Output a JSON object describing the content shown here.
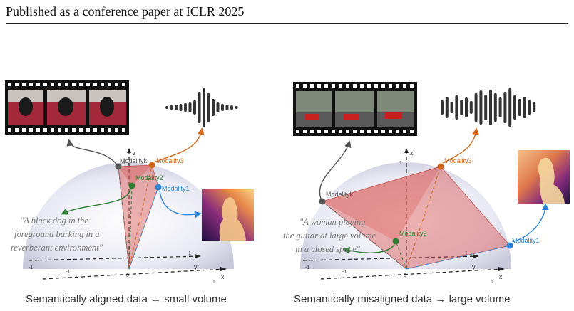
{
  "header": {
    "running_title": "Published as a conference paper at ICLR 2025"
  },
  "left_panel": {
    "caption": "Semantically aligned data → small volume",
    "quote_lines": [
      "\"A black dog in the",
      "foreground barking in a",
      "reverberant environment\""
    ],
    "points": {
      "modality_k": "Modalityk",
      "modality_1": "Modality1",
      "modality_2": "Modality2",
      "modality_3": "Modality3"
    },
    "axes": {
      "x": "x",
      "y": "y",
      "z": "z",
      "origin": "0",
      "tick_pos": "1",
      "tick_neg": "-1"
    }
  },
  "right_panel": {
    "caption": "Semantically misaligned data → large volume",
    "quote_lines": [
      "\"A woman playing",
      "the guitar at large volume",
      "in a closed space\""
    ],
    "points": {
      "modality_k": "Modalityk",
      "modality_1": "Modality1",
      "modality_2": "Modality2",
      "modality_3": "Modality3"
    },
    "axes": {
      "x": "x",
      "y": "y",
      "z": "z",
      "origin": "0",
      "tick_pos": "1",
      "tick_neg": "-1"
    }
  },
  "colors": {
    "modality_k": "#555555",
    "modality_1": "#2f86d6",
    "modality_2": "#2e7d32",
    "modality_3": "#d2691e",
    "volume_fill": "#d9534f"
  }
}
